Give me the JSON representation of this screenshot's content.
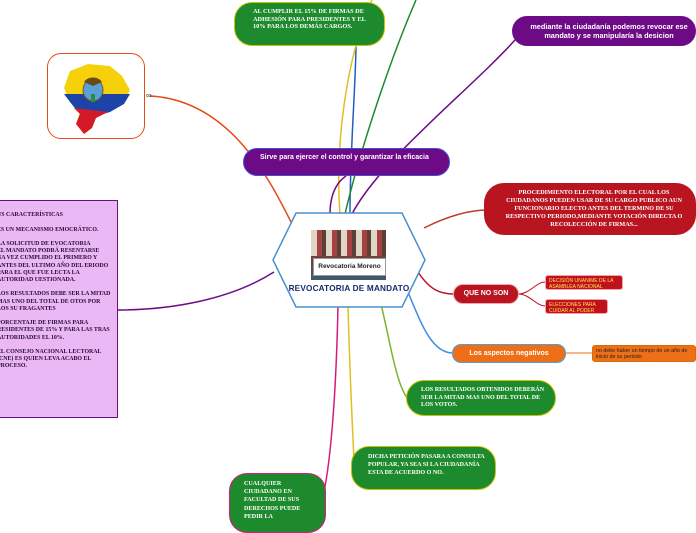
{
  "center": {
    "title": "REVOCATORIA DE MANDATO",
    "photo_text": "Revocatoria Moreno"
  },
  "nodes": {
    "adhesion": "AL CUMPLIR EL 15% DE FIRMAS DE ADHESIÓN PARA PRESIDENTES Y EL 10% PARA LOS DEMÁS CARGOS.",
    "manipular": "mediante la ciudadanía podemos revocar ese mandato y se manipularía la desicion",
    "sirve": "Sirve para ejercer el control y garantizar la eficacia",
    "procedimiento": "PROCEDIMIENTO ELECTORAL POR EL CUAL LOS CIUDADANOS PUEDEN USAR DE SU CARGO PUBLICO AUN FUNCIONARIO ELECTO ANTES DEL TERMINO DE SU RESPECTIVO PERIODO,MEDIANTE VOTACIÓN DIRECTA O RECOLECCIÓN DE FIRMAS...",
    "que_no_son": "QUE NO SON",
    "decision": "DECISIÓN UNANIME DE LA ASAMBLEA NACIONAL",
    "elecciones": "ELECCIONES PARA CUIDAR AL PODER",
    "negativos": "Los aspectos negativos",
    "tiempo": "no debe haber un tiempo de un año de inicio de su periodo",
    "resultados": "LOS RESULTADOS OBTENIDOS DEBERÁN SER LA MITAD MAS UNO DEL TOTAL DE LOS VOTOS.",
    "consulta": "DICHA PETICIÓN PASARA A CONSULTA POPULAR, YA SEA SI LA CIUDADANÍA ESTA DE ACUERDO O NO.",
    "ciudadano": "CUALQUIER CIUDADANO EN FACULTAD DE SUS DERECHOS PUEDE PEDIR LA",
    "caracteristicas": "US CARACTERÍSTICAS\n\nES UN MECANISMO EMOCRÁTICO.\n\nLA SOLICITUD DE EVOCATORIA\nEL MANDATO PODRÁ RESENTARSE\nNA VEZ CUMPLIDO EL PRIMERO Y ANTES DEL ULTIMO AÑO DEL ERIODO PARA EL QUE FUE LECTA LA AUTORIDAD UESTIONADA.\n\nLOS RESULTADOS DEBE SER LA MITAD MAS UNO DEL TOTAL DE OTOS POR LOS SU FRAGANTES\n\nPORCENTAJE DE FIRMAS PARA RESIDENTES DE 15% Y PARA LAS TRAS AUTORIDADES EL 10%.\n\nEL CONSEJO NACIONAL LECTORAL (CNE) ES QUIEN LEVA ACABO EL PROCESO."
  },
  "colors": {
    "green": "#1d8a2e",
    "purple": "#6d0b86",
    "red": "#b81521",
    "orange": "#ee6f17",
    "center_border": "#4a8fd0"
  },
  "icons": {
    "flag": "ecuador-flag-map-icon",
    "link": "link-icon"
  }
}
